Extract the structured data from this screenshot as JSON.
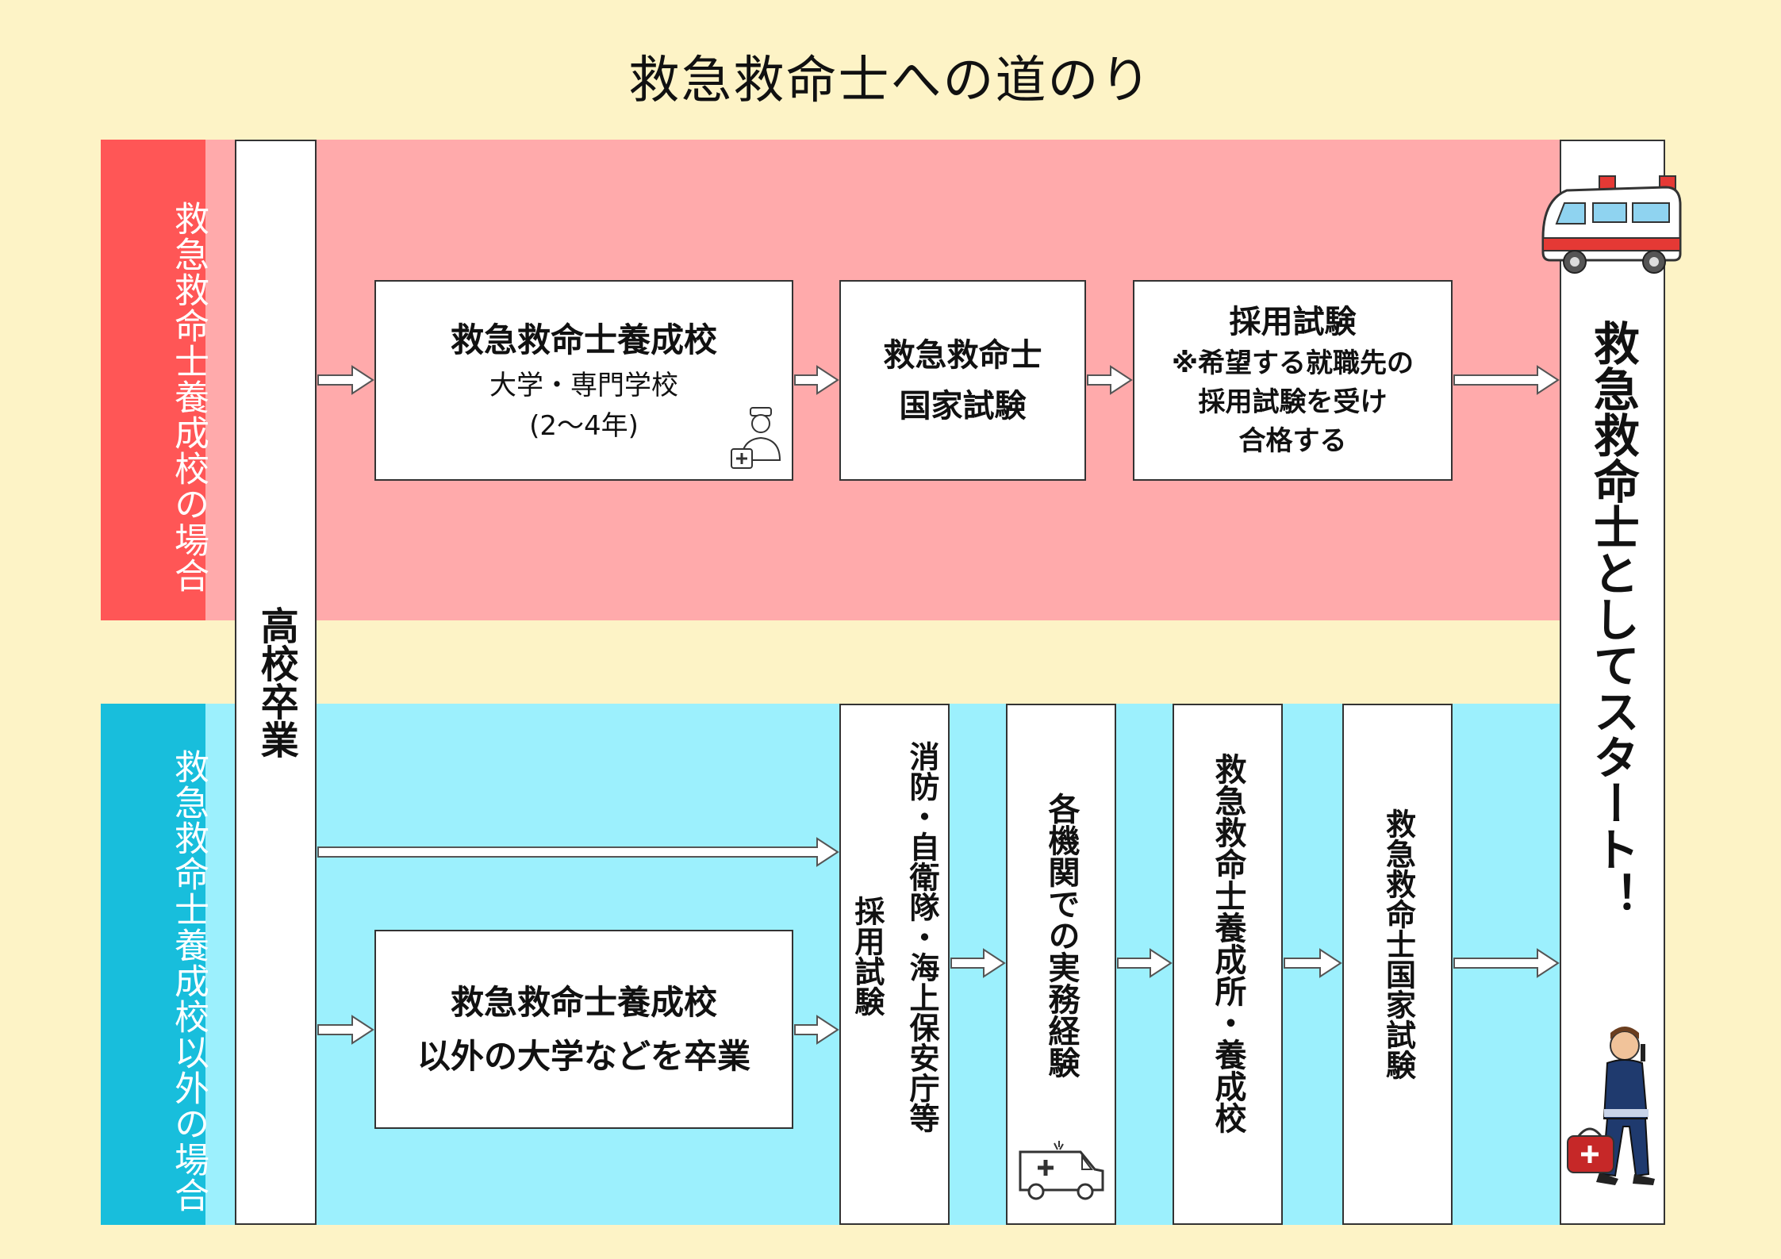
{
  "title": "救急救命士への道のり",
  "lanes": {
    "top_label": "救急救命士養成校の場合",
    "bottom_label": "救急救命士養成校以外の場合"
  },
  "high_school": "高校卒業",
  "goal": "救急救命士としてスタート！",
  "top_row": {
    "school_title": "救急救命士養成校",
    "school_sub": "大学・専門学校",
    "school_years": "(2〜4年)",
    "exam_line1": "救急救命士",
    "exam_line2": "国家試験",
    "hire_title": "採用試験",
    "hire_note1": "※希望する就職先の",
    "hire_note2": "採用試験を受け",
    "hire_note3": "合格する"
  },
  "bottom_row": {
    "other_school_line1": "救急救命士養成校",
    "other_school_line2": "以外の大学などを卒業",
    "hire_col1": "消防・自衛隊・海上保安庁等",
    "hire_col2": "採用試験",
    "experience": "各機関での実務経験",
    "training": "救急救命士養成所・養成校",
    "national_exam": "救急救命士国家試験"
  },
  "icons": {
    "top_right": "ambulance-icon",
    "student": "paramedic-student-icon",
    "experience": "ambulance-outline-icon",
    "goal_person": "paramedic-person-icon"
  },
  "colors": {
    "background": "#fdf3c6",
    "top_band": "#ffaaab",
    "top_label": "#ff5656",
    "bottom_band": "#9cf0fd",
    "bottom_label": "#18bedc"
  }
}
